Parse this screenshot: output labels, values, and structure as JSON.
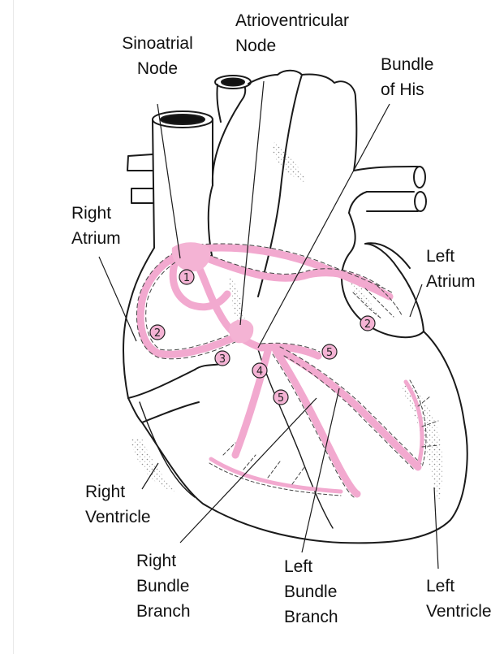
{
  "colors": {
    "pathway_pink": "#f2a9cf",
    "node_pink": "#f4b3d4",
    "outline": "#1a1a1a",
    "background": "#ffffff"
  },
  "labels": {
    "sinoatrial": [
      "Sinoatrial",
      "Node"
    ],
    "atrioventricular": [
      "Atrioventricular",
      "Node"
    ],
    "bundle_his": [
      "Bundle",
      "of His"
    ],
    "right_atrium": [
      "Right",
      "Atrium"
    ],
    "left_atrium": [
      "Left",
      "Atrium"
    ],
    "right_ventricle": [
      "Right",
      "Ventricle"
    ],
    "right_bundle_branch": [
      "Right",
      "Bundle",
      "Branch"
    ],
    "left_bundle_branch": [
      "Left",
      "Bundle",
      "Branch"
    ],
    "left_ventricle": [
      "Left",
      "Ventricle"
    ]
  },
  "markers": {
    "sa_node": "1",
    "right_atrial": "2",
    "left_atrial": "2",
    "av_node": "3",
    "bundle": "4",
    "branch_left": "5",
    "branch_right": "5"
  }
}
